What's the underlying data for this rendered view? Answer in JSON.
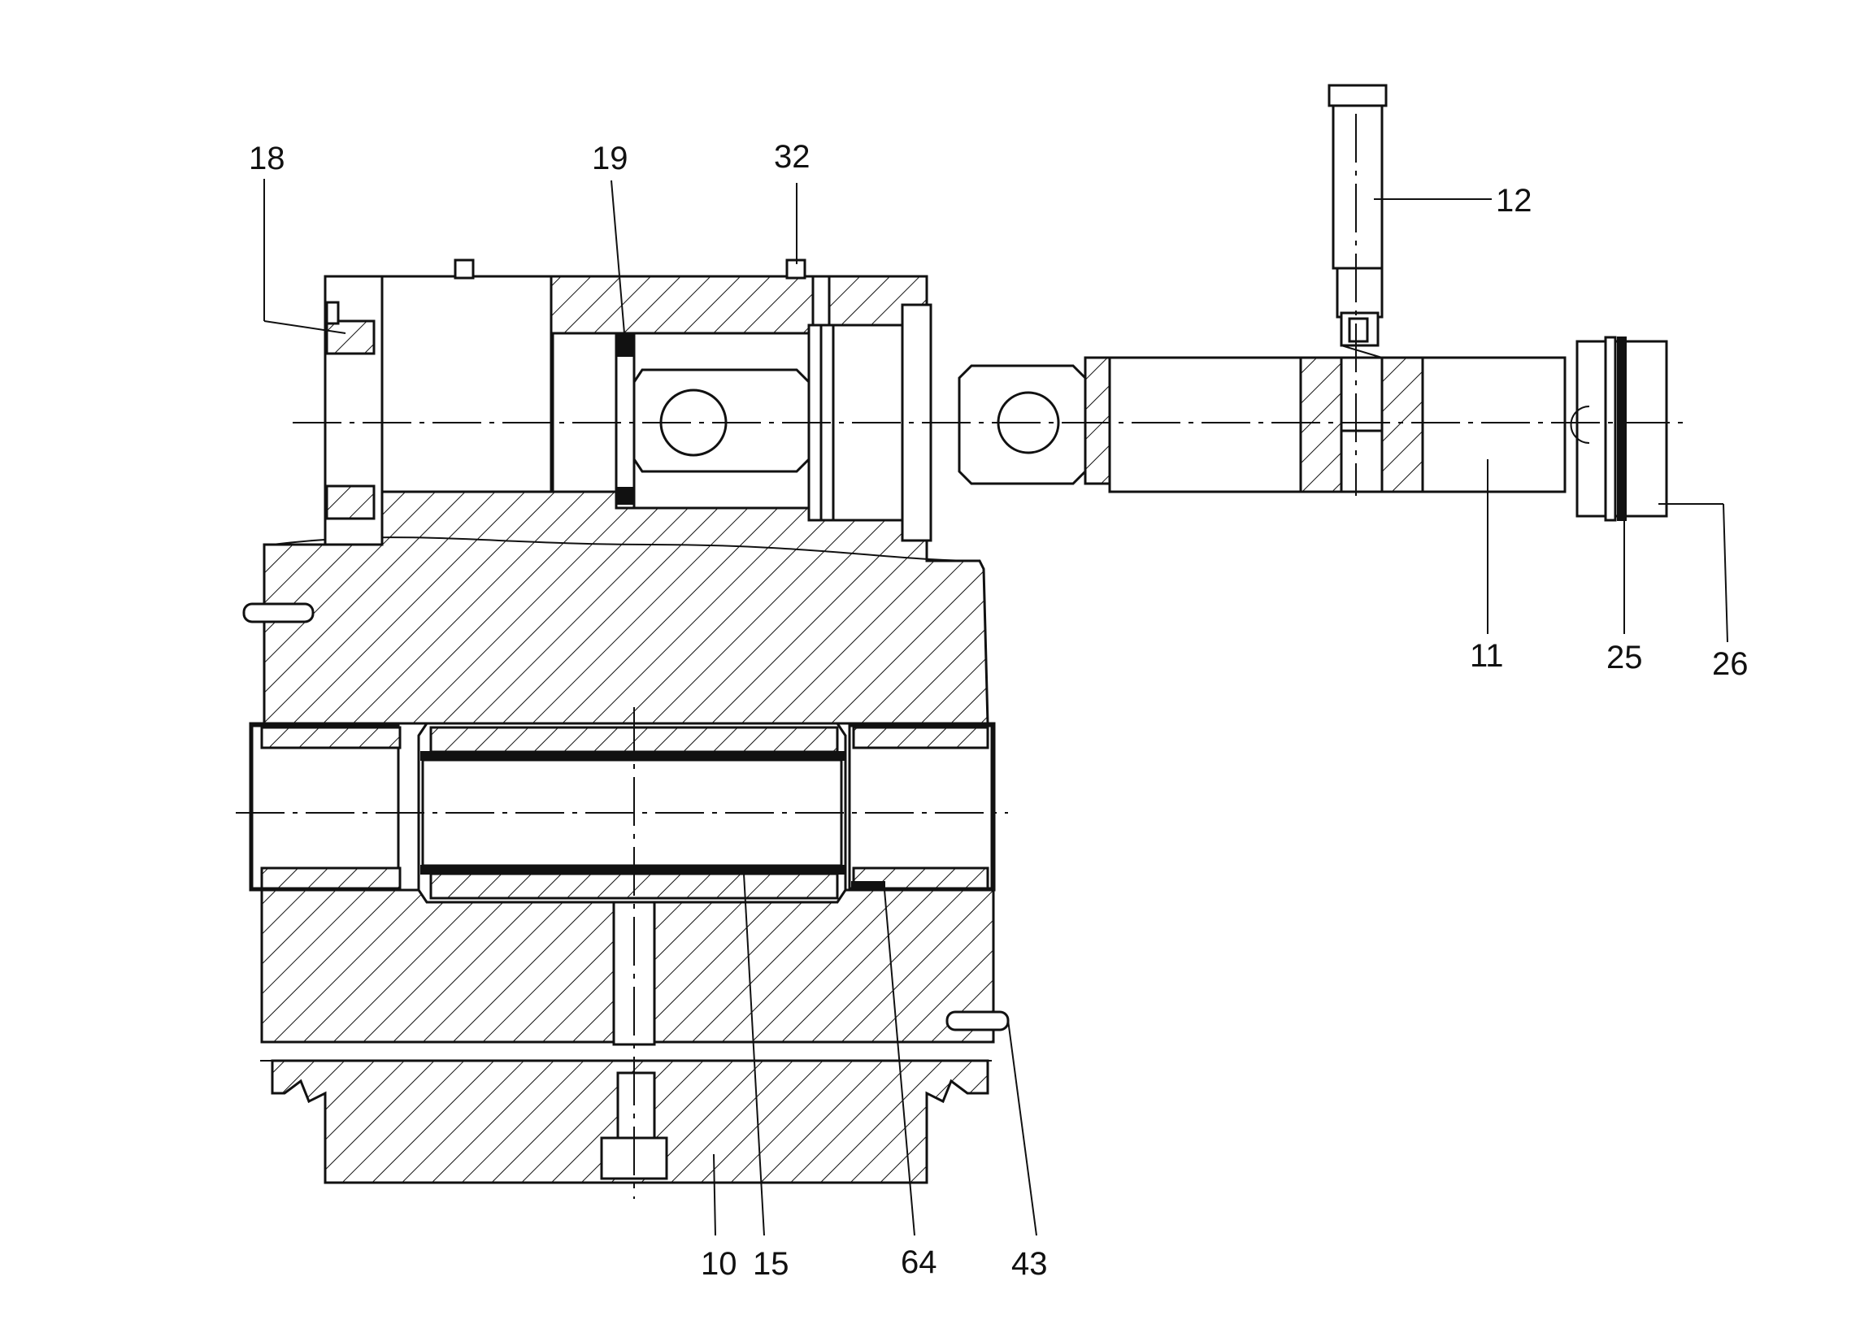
{
  "callouts": [
    {
      "id": "18",
      "text": "18"
    },
    {
      "id": "19",
      "text": "19"
    },
    {
      "id": "32",
      "text": "32"
    },
    {
      "id": "12",
      "text": "12"
    },
    {
      "id": "11",
      "text": "11"
    },
    {
      "id": "25",
      "text": "25"
    },
    {
      "id": "26",
      "text": "26"
    },
    {
      "id": "10",
      "text": "10"
    },
    {
      "id": "15",
      "text": "15"
    },
    {
      "id": "64",
      "text": "64"
    },
    {
      "id": "43",
      "text": "43"
    }
  ]
}
